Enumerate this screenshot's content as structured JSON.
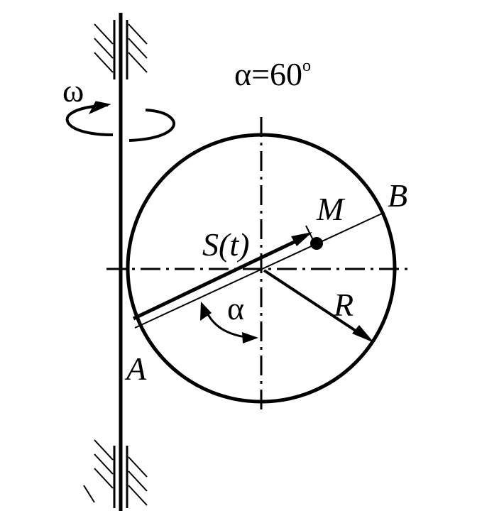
{
  "angle_label": {
    "lhs": "α=60",
    "degree": "o"
  },
  "labels": {
    "omega": "ω",
    "point_b": "B",
    "point_m": "M",
    "path": "S(t)",
    "radius": "R",
    "angle": "α",
    "point_a": "A"
  },
  "colors": {
    "stroke": "#000000",
    "background": "#ffffff"
  }
}
